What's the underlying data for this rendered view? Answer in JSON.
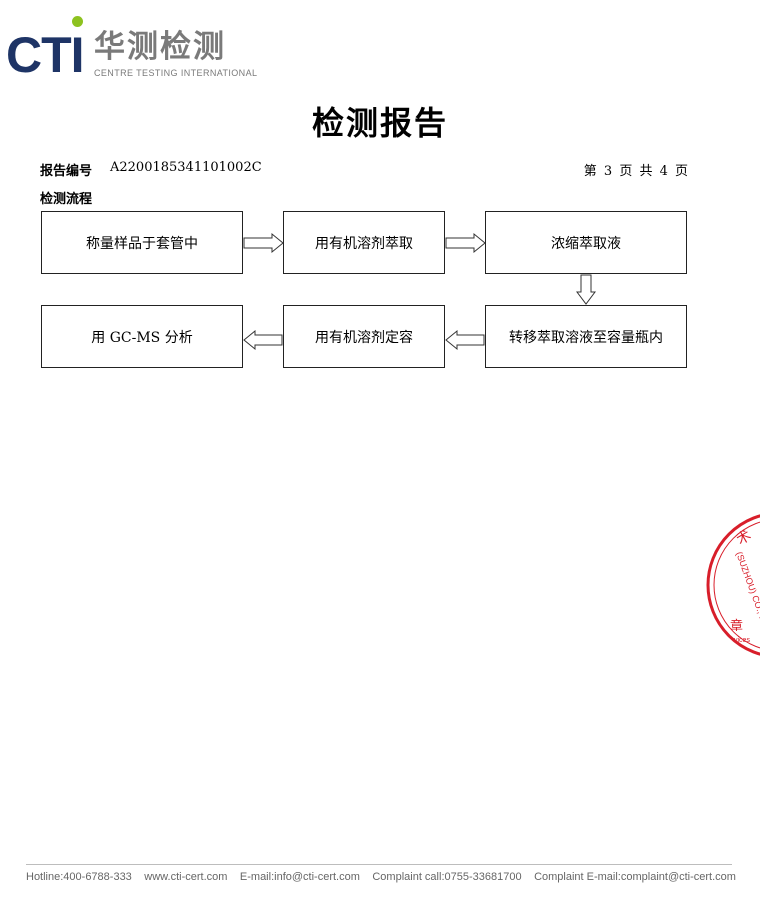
{
  "header": {
    "logo_text": "CTI",
    "logo_cn": "华测检测",
    "logo_en": "CENTRE TESTING INTERNATIONAL",
    "brand_color": "#1e3466",
    "dot_color": "#8dc21f"
  },
  "title": "检测报告",
  "report": {
    "number_label": "报告编号",
    "number": "A2200185341101002C",
    "page_info": "第 3 页 共 4 页"
  },
  "flow": {
    "label": "检测流程",
    "steps": [
      "称量样品于套管中",
      "用有机溶剂萃取",
      "浓缩萃取液",
      "转移萃取溶液至容量瓶内",
      "用有机溶剂定容",
      "用 GC-MS 分析"
    ]
  },
  "seal": {
    "color": "#d81e2a",
    "fragments": [
      "术",
      "(SUZHOU) CO., LTD.",
      "章",
      "vices"
    ]
  },
  "footer": {
    "hotline": "Hotline:400-6788-333",
    "website": "www.cti-cert.com",
    "email": "E-mail:info@cti-cert.com",
    "complaint_call": "Complaint call:0755-33681700",
    "complaint_email": "Complaint E-mail:complaint@cti-cert.com"
  }
}
